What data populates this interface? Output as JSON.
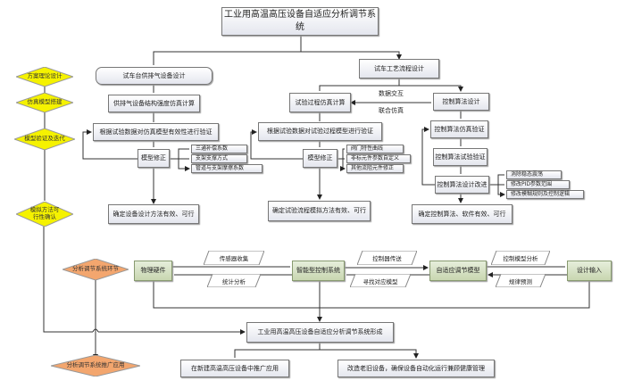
{
  "title": "工业用高温高压设备自适应分析调节系统",
  "phases": [
    "方案理论设计",
    "仿真模型搭建",
    "模型验证及迭代",
    "模拟方法可行性确认",
    "分析调节系统环节",
    "分析调节系统推广应用"
  ],
  "left": {
    "top": "试车台供排气设备设计",
    "sim": "供排气设备结构强度仿真计算",
    "verify": "根据试验数据对仿真模型有效性进行验证",
    "fix": "模型修正",
    "params": [
      "三通补偿系数",
      "支架支撑方式",
      "管道与支架摩擦系数"
    ],
    "result": "确定设备设计方法有效、可行"
  },
  "mid": {
    "top": "试车工艺流程设计",
    "sim": "试验过程仿真计算",
    "link1": "数据交互",
    "link2": "联合仿真",
    "verify": "根据试验数据对试验过程模型进行验证",
    "fix": "模型修正",
    "params": [
      "阀门特性曲线",
      "非标元件参数自定义",
      "其他流阻元件修正"
    ],
    "result": "确定试验流程模拟方法有效、可行"
  },
  "right": {
    "design": "控制算法设计",
    "simv": "控制算法仿真验证",
    "testv": "控制算法试验验证",
    "improve": "控制算法设计改进",
    "params": [
      "消除稳态震荡",
      "修改PID参数范围",
      "修改模糊规则及控制逻辑"
    ],
    "result": "确定控制算法、软件有效、可行"
  },
  "loop": {
    "nodes": [
      "物理硬件",
      "智能型控制系统",
      "自适应调节模型",
      "设计输入"
    ],
    "flows": [
      "传感器收集",
      "统计分析",
      "控制器传送",
      "寻找对应模型",
      "控制模型分析",
      "规律预测"
    ]
  },
  "final": {
    "formed": "工业用高温高压设备自适应分析调节系统形成",
    "app1": "在新建高温高压设备中推广应用",
    "app2": "改造老旧设备，确保设备自动化运行兼顾健康管理"
  }
}
